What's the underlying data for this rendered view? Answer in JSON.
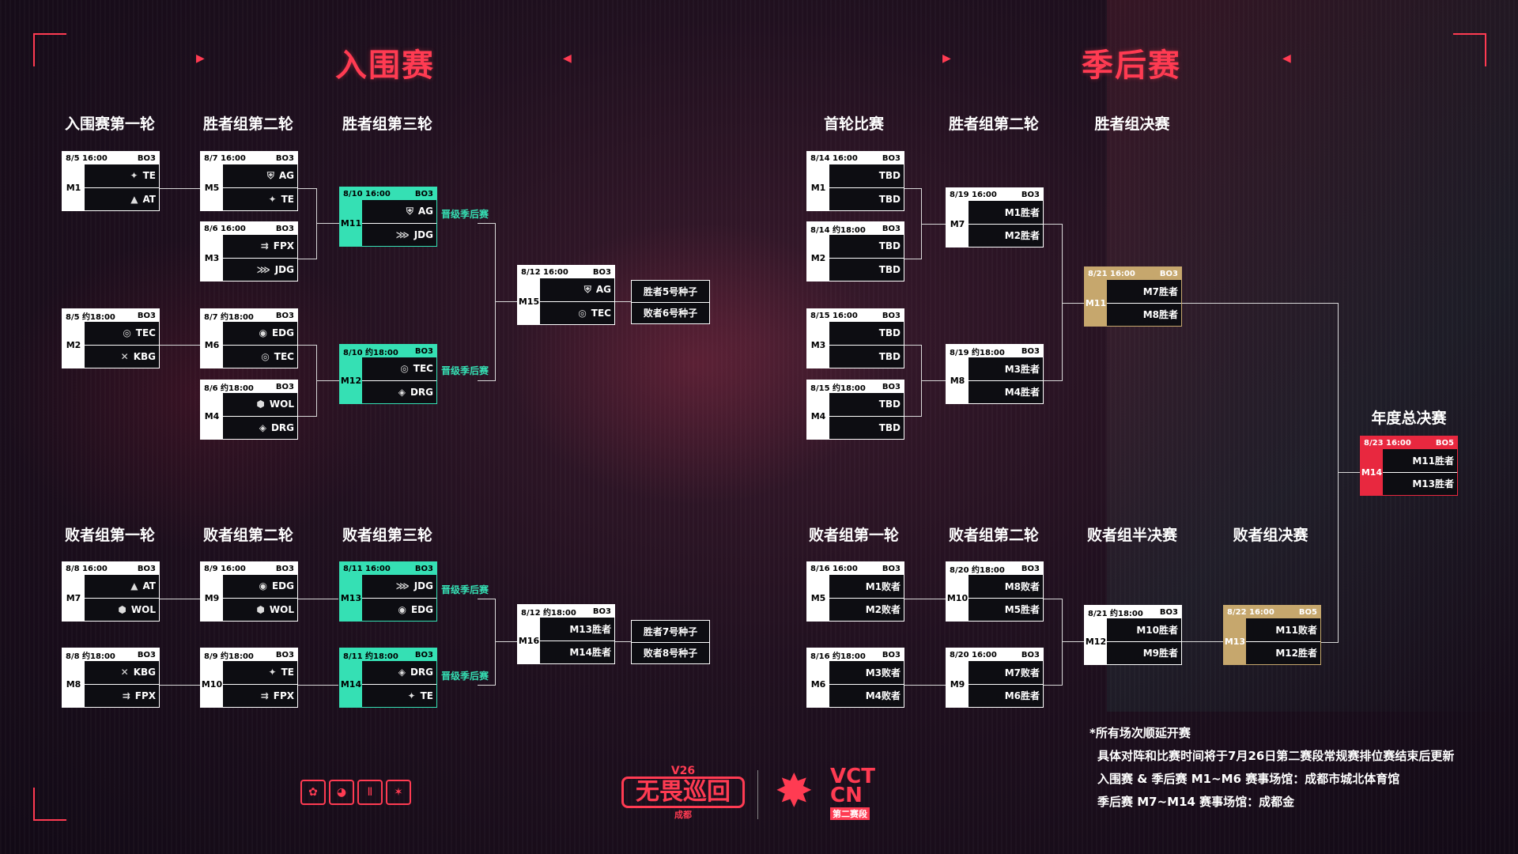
{
  "titles": {
    "left": "入围赛",
    "right": "季后赛"
  },
  "round_headers": {
    "r1": "入围赛第一轮",
    "r2": "胜者组第二轮",
    "r3": "胜者组第三轮",
    "p1": "首轮比赛",
    "p2": "胜者组第二轮",
    "p3": "胜者组决赛",
    "lr1": "败者组第一轮",
    "lr2": "败者组第二轮",
    "lr3": "败者组第三轮",
    "pl1": "败者组第一轮",
    "pl2": "败者组第二轮",
    "pl3": "败者组半决赛",
    "pl4": "败者组决赛",
    "final": "年度总决赛"
  },
  "advance_label": "晋级季后赛",
  "matches": [
    {
      "id": "M1",
      "time": "8/5 16:00",
      "fmt": "BO3",
      "t1": "TE",
      "t2": "AT",
      "l1": "✦",
      "l2": "▲"
    },
    {
      "id": "M2",
      "time": "8/5 约18:00",
      "fmt": "BO3",
      "t1": "TEC",
      "t2": "KBG",
      "l1": "◎",
      "l2": "✕"
    },
    {
      "id": "M5",
      "time": "8/7 16:00",
      "fmt": "BO3",
      "t1": "AG",
      "t2": "TE",
      "l1": "⛨",
      "l2": "✦"
    },
    {
      "id": "M3",
      "time": "8/6 16:00",
      "fmt": "BO3",
      "t1": "FPX",
      "t2": "JDG",
      "l1": "⇉",
      "l2": "⋙"
    },
    {
      "id": "M6",
      "time": "8/7 约18:00",
      "fmt": "BO3",
      "t1": "EDG",
      "t2": "TEC",
      "l1": "◉",
      "l2": "◎"
    },
    {
      "id": "M4",
      "time": "8/6 约18:00",
      "fmt": "BO3",
      "t1": "WOL",
      "t2": "DRG",
      "l1": "⬢",
      "l2": "◈"
    },
    {
      "id": "M11",
      "time": "8/10 16:00",
      "fmt": "BO3",
      "t1": "AG",
      "t2": "JDG",
      "l1": "⛨",
      "l2": "⋙"
    },
    {
      "id": "M12",
      "time": "8/10 约18:00",
      "fmt": "BO3",
      "t1": "TEC",
      "t2": "DRG",
      "l1": "◎",
      "l2": "◈"
    },
    {
      "id": "M15",
      "time": "8/12 16:00",
      "fmt": "BO3",
      "t1": "AG",
      "t2": "TEC",
      "l1": "⛨",
      "l2": "◎"
    },
    {
      "id": "M7",
      "time": "8/8 16:00",
      "fmt": "BO3",
      "t1": "AT",
      "t2": "WOL",
      "l1": "▲",
      "l2": "⬢"
    },
    {
      "id": "M8",
      "time": "8/8 约18:00",
      "fmt": "BO3",
      "t1": "KBG",
      "t2": "FPX",
      "l1": "✕",
      "l2": "⇉"
    },
    {
      "id": "M9",
      "time": "8/9 16:00",
      "fmt": "BO3",
      "t1": "EDG",
      "t2": "WOL",
      "l1": "◉",
      "l2": "⬢"
    },
    {
      "id": "M10",
      "time": "8/9 约18:00",
      "fmt": "BO3",
      "t1": "TE",
      "t2": "FPX",
      "l1": "✦",
      "l2": "⇉"
    },
    {
      "id": "M13",
      "time": "8/11 16:00",
      "fmt": "BO3",
      "t1": "JDG",
      "t2": "EDG",
      "l1": "⋙",
      "l2": "◉"
    },
    {
      "id": "M14",
      "time": "8/11 约18:00",
      "fmt": "BO3",
      "t1": "DRG",
      "t2": "TE",
      "l1": "◈",
      "l2": "✦"
    },
    {
      "id": "M16",
      "time": "8/12 约18:00",
      "fmt": "BO3",
      "t1": "M13胜者",
      "t2": "M14胜者",
      "l1": "",
      "l2": ""
    },
    {
      "id": "M1",
      "time": "8/14 16:00",
      "fmt": "BO3",
      "t1": "TBD",
      "t2": "TBD",
      "l1": "",
      "l2": ""
    },
    {
      "id": "M2",
      "time": "8/14 约18:00",
      "fmt": "BO3",
      "t1": "TBD",
      "t2": "TBD",
      "l1": "",
      "l2": ""
    },
    {
      "id": "M3",
      "time": "8/15 16:00",
      "fmt": "BO3",
      "t1": "TBD",
      "t2": "TBD",
      "l1": "",
      "l2": ""
    },
    {
      "id": "M4",
      "time": "8/15 约18:00",
      "fmt": "BO3",
      "t1": "TBD",
      "t2": "TBD",
      "l1": "",
      "l2": ""
    },
    {
      "id": "M7",
      "time": "8/19 16:00",
      "fmt": "BO3",
      "t1": "M1胜者",
      "t2": "M2胜者",
      "l1": "",
      "l2": ""
    },
    {
      "id": "M8",
      "time": "8/19 约18:00",
      "fmt": "BO3",
      "t1": "M3胜者",
      "t2": "M4胜者",
      "l1": "",
      "l2": ""
    },
    {
      "id": "M11",
      "time": "8/21 16:00",
      "fmt": "BO3",
      "t1": "M7胜者",
      "t2": "M8胜者",
      "l1": "",
      "l2": ""
    },
    {
      "id": "M14",
      "time": "8/23 16:00",
      "fmt": "BO5",
      "t1": "M11胜者",
      "t2": "M13胜者",
      "l1": "",
      "l2": ""
    },
    {
      "id": "M5",
      "time": "8/16 16:00",
      "fmt": "BO3",
      "t1": "M1败者",
      "t2": "M2败者",
      "l1": "",
      "l2": ""
    },
    {
      "id": "M6",
      "time": "8/16 约18:00",
      "fmt": "BO3",
      "t1": "M3败者",
      "t2": "M4败者",
      "l1": "",
      "l2": ""
    },
    {
      "id": "M10",
      "time": "8/20 约18:00",
      "fmt": "BO3",
      "t1": "M8败者",
      "t2": "M5胜者",
      "l1": "",
      "l2": ""
    },
    {
      "id": "M9",
      "time": "8/20 16:00",
      "fmt": "BO3",
      "t1": "M7败者",
      "t2": "M6胜者",
      "l1": "",
      "l2": ""
    },
    {
      "id": "M12",
      "time": "8/21 约18:00",
      "fmt": "BO3",
      "t1": "M10胜者",
      "t2": "M9胜者",
      "l1": "",
      "l2": ""
    },
    {
      "id": "M13",
      "time": "8/22 16:00",
      "fmt": "BO5",
      "t1": "M11败者",
      "t2": "M12胜者",
      "l1": "",
      "l2": ""
    }
  ],
  "seeds": {
    "upper": [
      "胜者5号种子",
      "败者6号种子"
    ],
    "lower": [
      "胜者7号种子",
      "败者8号种子"
    ]
  },
  "notes": [
    "*所有场次顺延开赛",
    "具体对阵和比赛时间将于7月26日第二赛段常规赛排位赛结束后更新",
    "入围赛 & 季后赛 M1~M6 赛事场馆：成都市城北体育馆",
    "季后赛 M7~M14 赛事场馆：成都金"
  ],
  "brand": {
    "event_top": "V26",
    "event_main": "无畏巡回",
    "event_city": "成都",
    "vct_line1": "VCT",
    "vct_line2": "CN",
    "vct_stage": "第二赛段"
  },
  "colors": {
    "accent": "#ff3b52",
    "advance": "#35e0b4",
    "gold": "#c6a76d",
    "final": "#e8283f"
  }
}
